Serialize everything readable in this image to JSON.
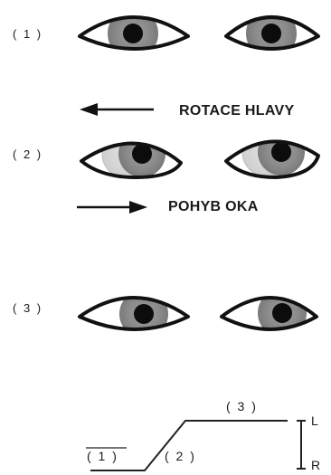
{
  "rows": [
    {
      "label": "( 1 )"
    },
    {
      "label": "( 2 )"
    },
    {
      "label": "( 3 )"
    }
  ],
  "captions": {
    "head_rotation": "ROTACE HLAVY",
    "eye_movement": "POHYB OKA"
  },
  "graph": {
    "segment_labels": [
      "( 1 )",
      "( 2 )",
      "( 3 )"
    ],
    "axis_top": "L",
    "axis_bottom": "R"
  }
}
